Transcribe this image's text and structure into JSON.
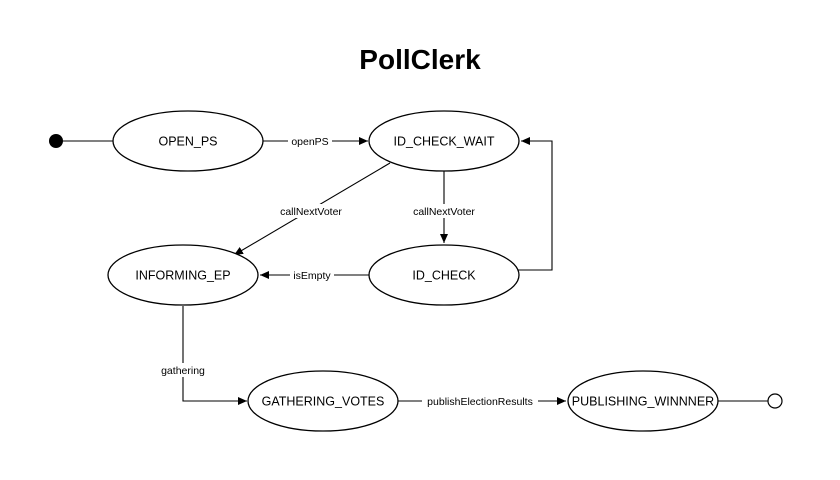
{
  "diagram": {
    "title": "PollClerk",
    "states": {
      "open_ps": "OPEN_PS",
      "id_check_wait": "ID_CHECK_WAIT",
      "informing_ep": "INFORMING_EP",
      "id_check": "ID_CHECK",
      "gathering_votes": "GATHERING_VOTES",
      "publishing_winner": "PUBLISHING_WINNNER"
    },
    "transitions": {
      "open_ps": "openPS",
      "call_next_voter_left": "callNextVoter",
      "call_next_voter_down": "callNextVoter",
      "is_empty": "isEmpty",
      "gathering": "gathering",
      "publish": "publishElectionResults"
    }
  }
}
